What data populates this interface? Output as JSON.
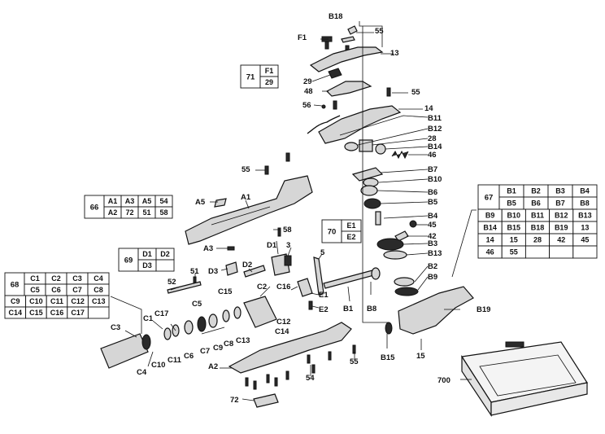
{
  "diagram": {
    "labels": [
      {
        "id": "B18",
        "text": "B18"
      },
      {
        "id": "55a",
        "text": "55"
      },
      {
        "id": "F1",
        "text": "F1"
      },
      {
        "id": "13",
        "text": "13"
      },
      {
        "id": "29",
        "text": "29"
      },
      {
        "id": "48",
        "text": "48"
      },
      {
        "id": "55b",
        "text": "55"
      },
      {
        "id": "56",
        "text": "56"
      },
      {
        "id": "14",
        "text": "14"
      },
      {
        "id": "B11",
        "text": "B11"
      },
      {
        "id": "B12",
        "text": "B12"
      },
      {
        "id": "28",
        "text": "28"
      },
      {
        "id": "B14",
        "text": "B14"
      },
      {
        "id": "46",
        "text": "46"
      },
      {
        "id": "55c",
        "text": "55"
      },
      {
        "id": "B7",
        "text": "B7"
      },
      {
        "id": "B10",
        "text": "B10"
      },
      {
        "id": "B6",
        "text": "B6"
      },
      {
        "id": "B5",
        "text": "B5"
      },
      {
        "id": "B4",
        "text": "B4"
      },
      {
        "id": "45",
        "text": "45"
      },
      {
        "id": "42",
        "text": "42"
      },
      {
        "id": "B3",
        "text": "B3"
      },
      {
        "id": "B13",
        "text": "B13"
      },
      {
        "id": "B2",
        "text": "B2"
      },
      {
        "id": "B9",
        "text": "B9"
      },
      {
        "id": "B19",
        "text": "B19"
      },
      {
        "id": "15",
        "text": "15"
      },
      {
        "id": "B15",
        "text": "B15"
      },
      {
        "id": "B8",
        "text": "B8"
      },
      {
        "id": "B1",
        "text": "B1"
      },
      {
        "id": "A5",
        "text": "A5"
      },
      {
        "id": "A1",
        "text": "A1"
      },
      {
        "id": "58",
        "text": "58"
      },
      {
        "id": "D1",
        "text": "D1"
      },
      {
        "id": "3",
        "text": "3"
      },
      {
        "id": "A3",
        "text": "A3"
      },
      {
        "id": "D3",
        "text": "D3"
      },
      {
        "id": "D2",
        "text": "D2"
      },
      {
        "id": "5",
        "text": "5"
      },
      {
        "id": "51",
        "text": "51"
      },
      {
        "id": "52",
        "text": "52"
      },
      {
        "id": "C15",
        "text": "C15"
      },
      {
        "id": "C2",
        "text": "C2"
      },
      {
        "id": "C16",
        "text": "C16"
      },
      {
        "id": "E1",
        "text": "E1"
      },
      {
        "id": "E2",
        "text": "E2"
      },
      {
        "id": "C5",
        "text": "C5"
      },
      {
        "id": "C1",
        "text": "C1"
      },
      {
        "id": "C17",
        "text": "C17"
      },
      {
        "id": "C12",
        "text": "C12"
      },
      {
        "id": "C14",
        "text": "C14"
      },
      {
        "id": "C3",
        "text": "C3"
      },
      {
        "id": "C13",
        "text": "C13"
      },
      {
        "id": "C8",
        "text": "C8"
      },
      {
        "id": "C9",
        "text": "C9"
      },
      {
        "id": "C7",
        "text": "C7"
      },
      {
        "id": "C6",
        "text": "C6"
      },
      {
        "id": "C11",
        "text": "C11"
      },
      {
        "id": "C10",
        "text": "C10"
      },
      {
        "id": "C4",
        "text": "C4"
      },
      {
        "id": "A2",
        "text": "A2"
      },
      {
        "id": "54",
        "text": "54"
      },
      {
        "id": "55d",
        "text": "55"
      },
      {
        "id": "72",
        "text": "72"
      },
      {
        "id": "700",
        "text": "700"
      }
    ],
    "groups": [
      {
        "id": "g71",
        "number": "71",
        "rows": [
          [
            "F1"
          ],
          [
            "29"
          ]
        ]
      },
      {
        "id": "g66",
        "number": "66",
        "rows": [
          [
            "A1",
            "A3",
            "A5",
            "54"
          ],
          [
            "A2",
            "72",
            "51",
            "58"
          ]
        ]
      },
      {
        "id": "g70",
        "number": "70",
        "rows": [
          [
            "E1"
          ],
          [
            "E2"
          ]
        ]
      },
      {
        "id": "g69",
        "number": "69",
        "rows": [
          [
            "D1",
            "D2"
          ],
          [
            "D3",
            ""
          ]
        ]
      },
      {
        "id": "g68",
        "number": "68",
        "rows": [
          [
            "C1",
            "C2",
            "C3",
            "C4"
          ],
          [
            "C5",
            "C6",
            "C7",
            "C8"
          ],
          [
            "C9",
            "C10",
            "C11",
            "C12",
            "C13"
          ],
          [
            "C14",
            "C15",
            "C16",
            "C17",
            ""
          ]
        ]
      },
      {
        "id": "g67",
        "number": "67",
        "rows": [
          [
            "B1",
            "B2",
            "B3",
            "B4"
          ],
          [
            "B5",
            "B6",
            "B7",
            "B8"
          ],
          [
            "B9",
            "B10",
            "B11",
            "B12",
            "B13"
          ],
          [
            "B14",
            "B15",
            "B18",
            "B19",
            "13"
          ],
          [
            "14",
            "15",
            "28",
            "42",
            "45"
          ],
          [
            "46",
            "55",
            "",
            "",
            ""
          ]
        ]
      }
    ]
  }
}
